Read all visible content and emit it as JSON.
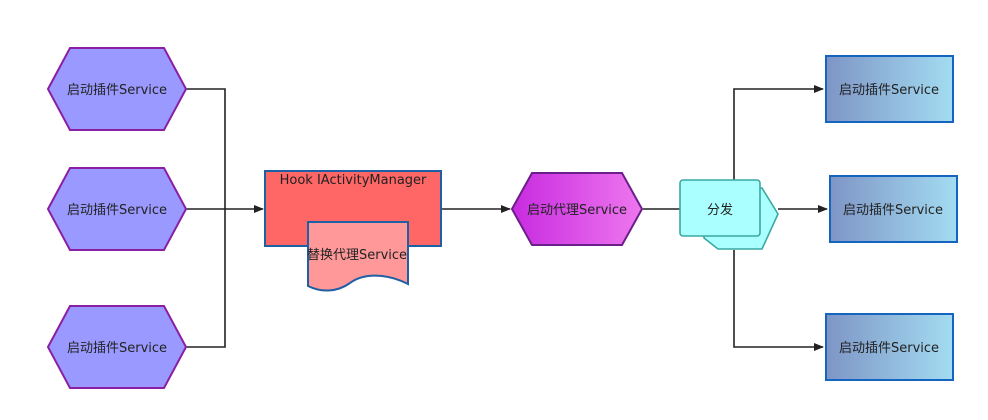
{
  "diagram": {
    "sources": [
      {
        "label": "启动插件Service"
      },
      {
        "label": "启动插件Service"
      },
      {
        "label": "启动插件Service"
      }
    ],
    "hook": {
      "label": "Hook IActivityManager",
      "replace_label": "替换代理Service"
    },
    "proxy": {
      "label": "启动代理Service"
    },
    "dispatch": {
      "label": "分发"
    },
    "targets": [
      {
        "label": "启动插件Service"
      },
      {
        "label": "启动插件Service"
      },
      {
        "label": "启动插件Service"
      }
    ]
  },
  "colors": {
    "source_fill": "#9999ff",
    "source_stroke": "#8a1fa3",
    "hook_fill": "#ff6666",
    "hook_stroke": "#1f5fa3",
    "replace_fill": "#ff9999",
    "proxy_gradient": [
      "#c82be0",
      "#ee77ee"
    ],
    "proxy_stroke": "#6b1f8a",
    "dispatch_fill": "#aaffff",
    "dispatch_stroke": "#3aa8a0",
    "target_gradient": [
      "#7e95c6",
      "#a3dcf1"
    ],
    "target_stroke": "#1565c0",
    "edge": "#222222"
  }
}
